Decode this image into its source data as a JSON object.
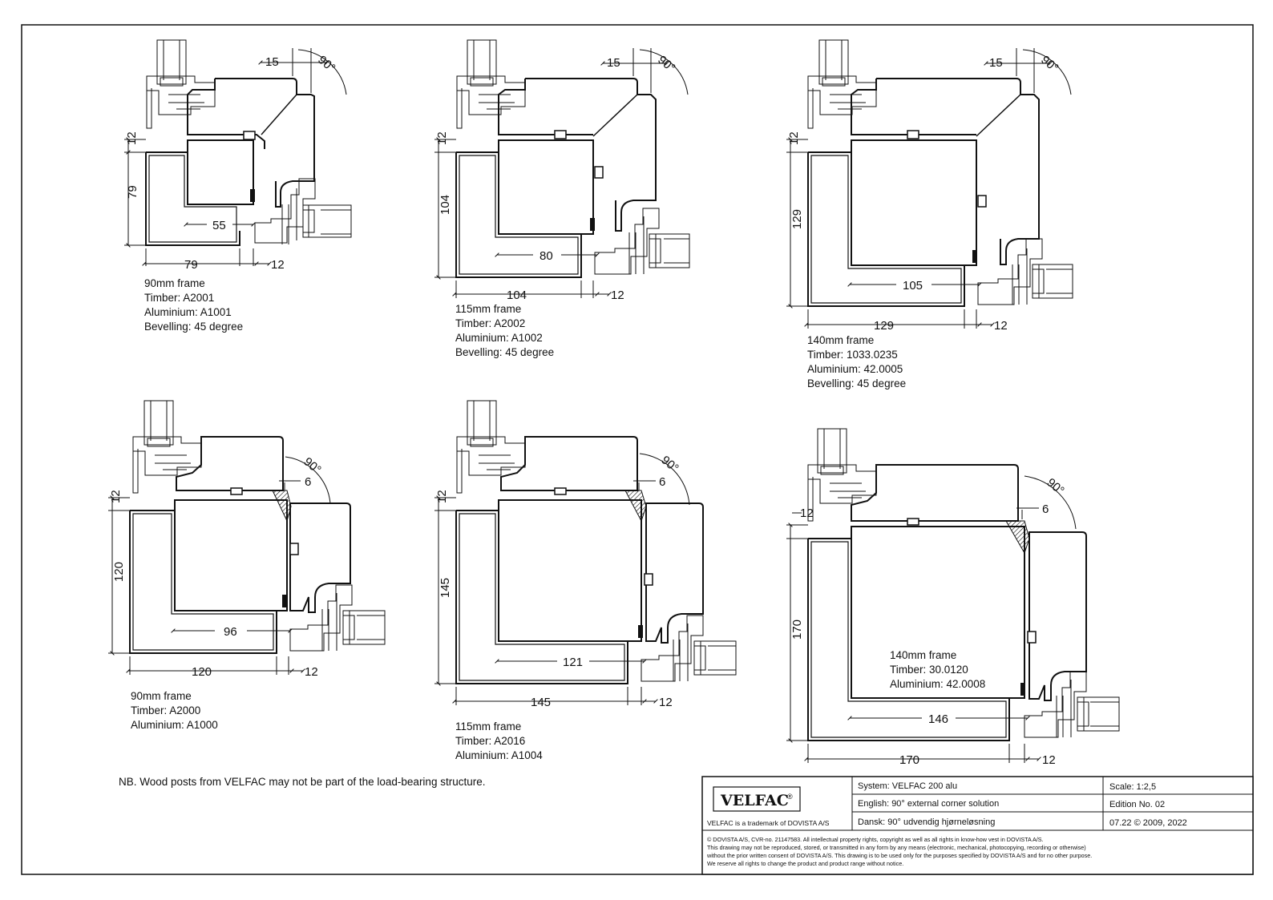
{
  "details": [
    {
      "id": "d1",
      "captions": [
        "90mm frame",
        "Timber: A2001",
        "Aluminium: A1001",
        "Bevelling: 45 degree"
      ],
      "dims": {
        "offset": "15",
        "angle": "90°",
        "side": "12",
        "height": "79",
        "inner": "55",
        "width": "79",
        "gap": "12"
      }
    },
    {
      "id": "d2",
      "captions": [
        "115mm frame",
        "Timber: A2002",
        "Aluminium: A1002",
        "Bevelling: 45 degree"
      ],
      "dims": {
        "offset": "15",
        "angle": "90°",
        "side": "12",
        "height": "104",
        "inner": "80",
        "width": "104",
        "gap": "12"
      }
    },
    {
      "id": "d3",
      "captions": [
        "140mm frame",
        "Timber: 1033.0235",
        "Aluminium: 42.0005",
        "Bevelling: 45 degree"
      ],
      "dims": {
        "offset": "15",
        "angle": "90°",
        "side": "12",
        "height": "129",
        "inner": "105",
        "width": "129",
        "gap": "12"
      }
    },
    {
      "id": "d4",
      "captions": [
        "90mm frame",
        "Timber: A2000",
        "Aluminium: A1000"
      ],
      "dims": {
        "offset": "6",
        "angle": "90°",
        "side": "12",
        "height": "120",
        "inner": "96",
        "width": "120",
        "gap": "12"
      }
    },
    {
      "id": "d5",
      "captions": [
        "115mm frame",
        "Timber: A2016",
        "Aluminium: A1004"
      ],
      "dims": {
        "offset": "6",
        "angle": "90°",
        "side": "12",
        "height": "145",
        "inner": "121",
        "width": "145",
        "gap": "12"
      }
    },
    {
      "id": "d6",
      "captions": [
        "140mm frame",
        "Timber: 30.0120",
        "Aluminium: 42.0008"
      ],
      "dims": {
        "offset": "6",
        "angle": "90°",
        "side": "12",
        "height": "170",
        "inner": "146",
        "width": "170",
        "gap": "12"
      }
    }
  ],
  "note": "NB. Wood posts from VELFAC may not be part of the load-bearing structure.",
  "titleblock": {
    "logo": "VELFAC",
    "logo_mark": "®",
    "trademark": "VELFAC is a trademark of DOVISTA A/S",
    "system": "System:  VELFAC 200 alu",
    "english": "English:  90° external corner solution",
    "dansk": "Dansk:    90° udvendig hjørneløsning",
    "scale": "Scale: 1:2,5",
    "edition": "Edition No. 02",
    "date": "07.22 © 2009, 2022",
    "copyright": [
      "© DOVISTA A/S, CVR-no. 21147583. All intellectual property rights, copyright as well as all rights in know-how vest in DOVISTA A/S.",
      "This drawing may not be reproduced, stored, or transmitted in any form by any means (electronic, mechanical, photocopying, recording or otherwise)",
      "without the prior written consent of DOVISTA A/S. This drawing is to be used only for the purposes specified by DOVISTA A/S and for no other purpose.",
      "We reserve all rights to change the product and product range without notice."
    ]
  }
}
